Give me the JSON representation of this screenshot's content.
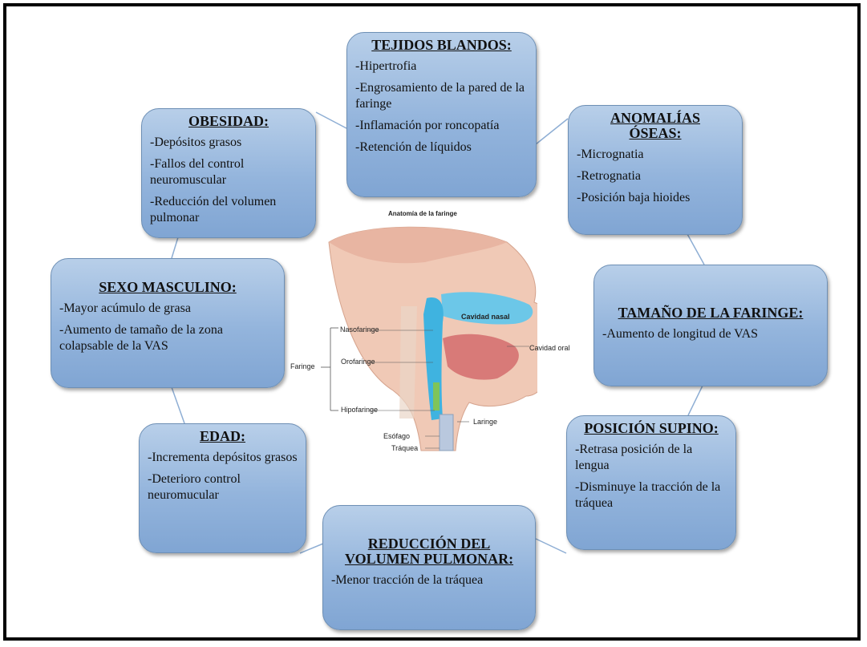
{
  "image_title": "Anatomía de la faringe",
  "anatomy": {
    "nasofaringe": "Nasofaringe",
    "orofaringe": "Orofaringe",
    "hipofaringe": "Hipofaringe",
    "faringe": "Faringe",
    "esofago": "Esófago",
    "traquea": "Tráquea",
    "cavidad_nasal": "Cavidad nasal",
    "cavidad_oral": "Cavidad oral",
    "laringe": "Laringe"
  },
  "boxes": {
    "tejidos": {
      "title": "TEJIDOS BLANDOS:",
      "items": [
        "-Hipertrofia",
        "-Engrosamiento de la pared de la faringe",
        "-Inflamación por roncopatía",
        "-Retención de líquidos"
      ]
    },
    "obesidad": {
      "title": "OBESIDAD:",
      "items": [
        "-Depósitos grasos",
        "-Fallos del control neuromuscular",
        "-Reducción del volumen pulmonar"
      ]
    },
    "anomalias": {
      "title": "ANOMALÍAS ÓSEAS:",
      "items": [
        "-Micrognatia",
        "-Retrognatia",
        "-Posición baja hioides"
      ]
    },
    "sexo": {
      "title": "SEXO MASCULINO:",
      "items": [
        "-Mayor acúmulo de grasa",
        "-Aumento de tamaño de la zona colapsable de la VAS"
      ]
    },
    "tamano": {
      "title": "TAMAÑO DE LA FARINGE:",
      "items": [
        "-Aumento de longitud de VAS"
      ]
    },
    "edad": {
      "title": "EDAD:",
      "items": [
        "-Incrementa depósitos grasos",
        "-Deterioro control neuromucular"
      ]
    },
    "supino": {
      "title": "POSICIÓN SUPINO:",
      "items": [
        "-Retrasa posición de la lengua",
        "-Disminuye la tracción de la tráquea"
      ]
    },
    "reduccion": {
      "title": "REDUCCIÓN DEL VOLUMEN PULMONAR:",
      "items": [
        "-Menor tracción de la tráquea"
      ]
    }
  },
  "colors": {
    "box_light": "#b8cfe9",
    "box_dark": "#80a5d3",
    "box_border": "#6d8fb5",
    "connector": "#8eaed4"
  }
}
